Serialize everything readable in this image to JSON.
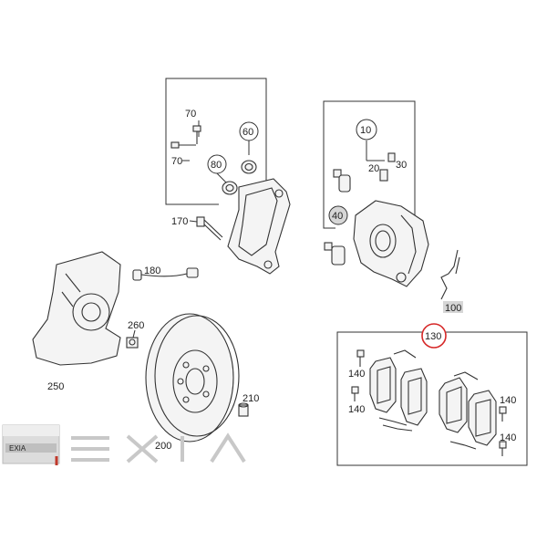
{
  "callouts": {
    "c10": "10",
    "c20": "20",
    "c30": "30",
    "c40": "40",
    "c60": "60",
    "c70a": "70",
    "c70b": "70",
    "c80": "80",
    "c100": "100",
    "c130": "130",
    "c140a": "140",
    "c140b": "140",
    "c140c": "140",
    "c140d": "140",
    "c170": "170",
    "c180": "180",
    "c200": "200",
    "c210": "210",
    "c250": "250",
    "c260": "260"
  },
  "logo": {
    "badge_text": "EXIA",
    "wordmark": "EXIA",
    "accent_color": "#c0392b"
  },
  "colors": {
    "highlight_ring": "#d62828",
    "shaded_label": "#d6d6d6",
    "line": "#333333"
  }
}
